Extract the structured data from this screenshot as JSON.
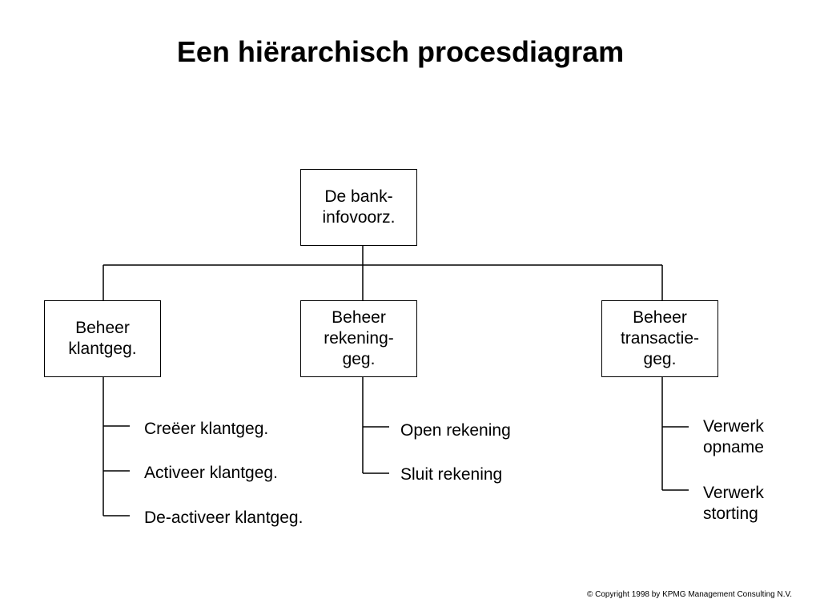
{
  "title": "Een hiërarchisch procesdiagram",
  "root": {
    "label": "De bank-\ninfovoorz."
  },
  "branches": [
    {
      "label": "Beheer\nklantgeg.",
      "children": [
        "Creëer klantgeg.",
        "Activeer klantgeg.",
        "De-activeer klantgeg."
      ]
    },
    {
      "label": "Beheer\nrekening-\ngeg.",
      "children": [
        "Open rekening",
        "Sluit rekening"
      ]
    },
    {
      "label": "Beheer\ntransactie-\ngeg.",
      "children": [
        "Verwerk\nopname",
        "Verwerk\nstorting"
      ]
    }
  ],
  "copyright": "© Copyright 1998 by KPMG Management Consulting N.V."
}
